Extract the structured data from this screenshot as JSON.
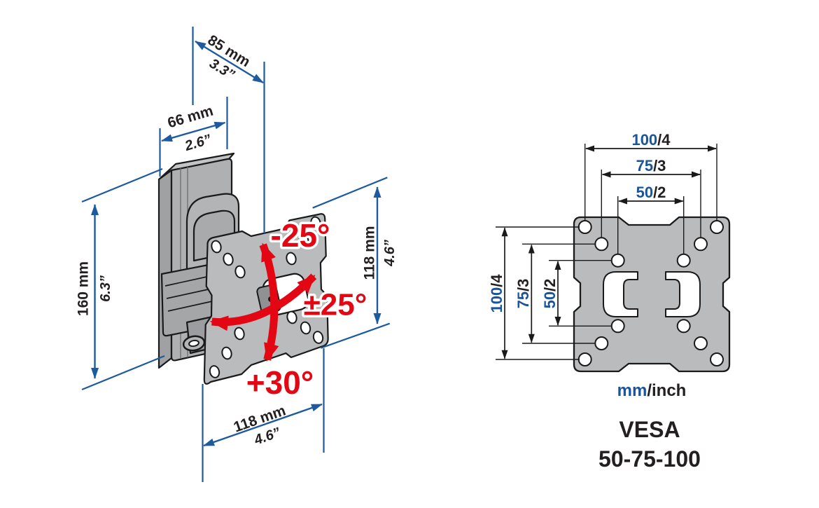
{
  "colors": {
    "dimension_blue": "#1e5a9e",
    "label_blue": "#1b549b",
    "label_dark": "#231f20",
    "accent_red": "#e30613",
    "plate_gray": "#b9bbbd",
    "bracket_gray": "#aeb0b2",
    "background": "#ffffff"
  },
  "left": {
    "dim_85": {
      "mm": "85 mm",
      "inch": "3.3”"
    },
    "dim_66": {
      "mm": "66 mm",
      "inch": "2.6”"
    },
    "dim_160": {
      "mm": "160 mm",
      "inch": "6.3”"
    },
    "dim_118_side": {
      "mm": "118 mm",
      "inch": "4.6”"
    },
    "dim_118_bottom": {
      "mm": "118 mm",
      "inch": "4.6”"
    },
    "angle_tilt_up": "-25°",
    "angle_swivel": "±25°",
    "angle_tilt_down": "+30°"
  },
  "right": {
    "dim_h": [
      {
        "mm": "100",
        "inch": "/4"
      },
      {
        "mm": "75",
        "inch": "/3"
      },
      {
        "mm": "50",
        "inch": "/2"
      }
    ],
    "dim_v": [
      {
        "mm": "100",
        "inch": "/4"
      },
      {
        "mm": "75",
        "inch": "/3"
      },
      {
        "mm": "50",
        "inch": "/2"
      }
    ],
    "unit": {
      "mm": "mm",
      "inch": "/inch"
    },
    "vesa_title": "VESA",
    "vesa_sizes": "50-75-100"
  }
}
